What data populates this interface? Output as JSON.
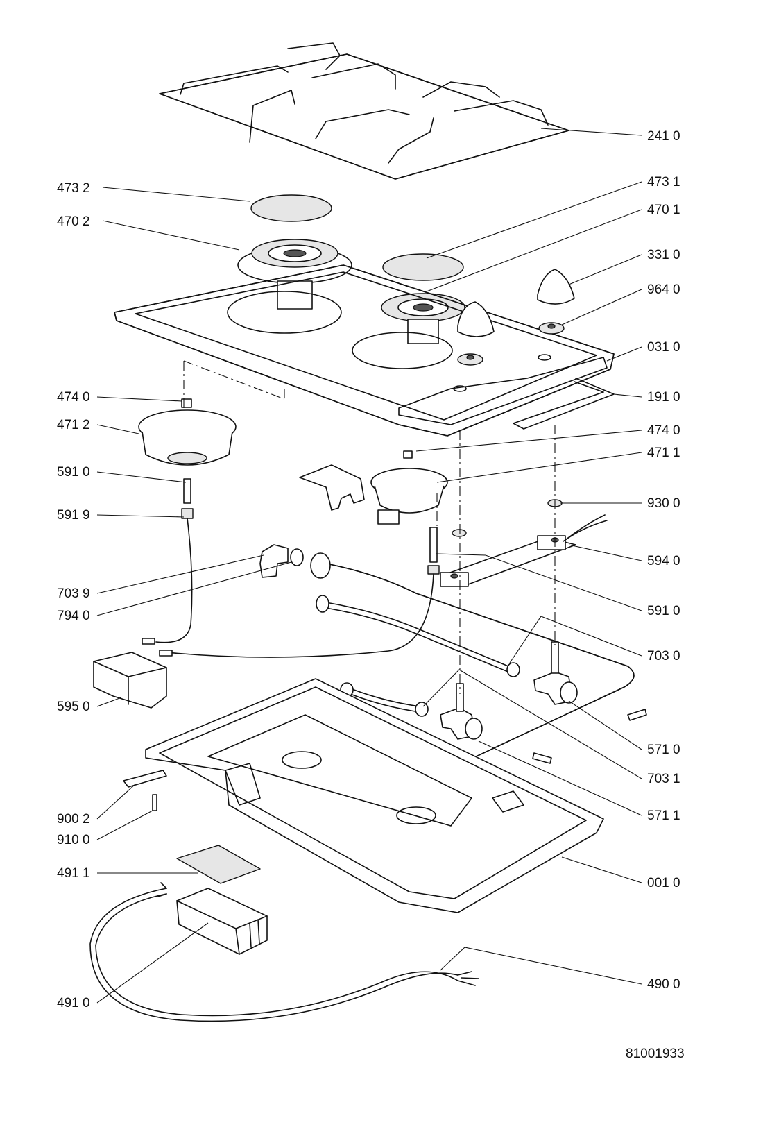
{
  "document_id": "81001933",
  "callouts": [
    {
      "key": "grate",
      "text": "241 0"
    },
    {
      "key": "cap-small",
      "text": "473 2"
    },
    {
      "key": "cap-large",
      "text": "473 1"
    },
    {
      "key": "spreader-left",
      "text": "470 2"
    },
    {
      "key": "spreader-right",
      "text": "470 1"
    },
    {
      "key": "knob",
      "text": "331 0"
    },
    {
      "key": "knob-bezel",
      "text": "964 0"
    },
    {
      "key": "hob-top",
      "text": "031 0"
    },
    {
      "key": "seal",
      "text": "191 0"
    },
    {
      "key": "screw-left",
      "text": "474 0"
    },
    {
      "key": "screw-right",
      "text": "474 0"
    },
    {
      "key": "burner-cup-left",
      "text": "471 2"
    },
    {
      "key": "burner-cup-right",
      "text": "471 1"
    },
    {
      "key": "electrode-left",
      "text": "591 0"
    },
    {
      "key": "electrode-spring",
      "text": "591 9"
    },
    {
      "key": "clip",
      "text": "930 0"
    },
    {
      "key": "switch-bar",
      "text": "594 0"
    },
    {
      "key": "electrode-right",
      "text": "591 0"
    },
    {
      "key": "elbow",
      "text": "703 9"
    },
    {
      "key": "gasket",
      "text": "794 0"
    },
    {
      "key": "gas-pipe-main",
      "text": "703 0"
    },
    {
      "key": "ignition-box",
      "text": "595 0"
    },
    {
      "key": "valve-right",
      "text": "571 0"
    },
    {
      "key": "gas-pipe-branch",
      "text": "703 1"
    },
    {
      "key": "valve-left",
      "text": "571 1"
    },
    {
      "key": "bracket",
      "text": "900 2"
    },
    {
      "key": "screw-base",
      "text": "910 0"
    },
    {
      "key": "terminal-cover",
      "text": "491 1"
    },
    {
      "key": "base-tray",
      "text": "001 0"
    },
    {
      "key": "power-cable",
      "text": "490 0"
    },
    {
      "key": "terminal-block",
      "text": "491 0"
    }
  ]
}
